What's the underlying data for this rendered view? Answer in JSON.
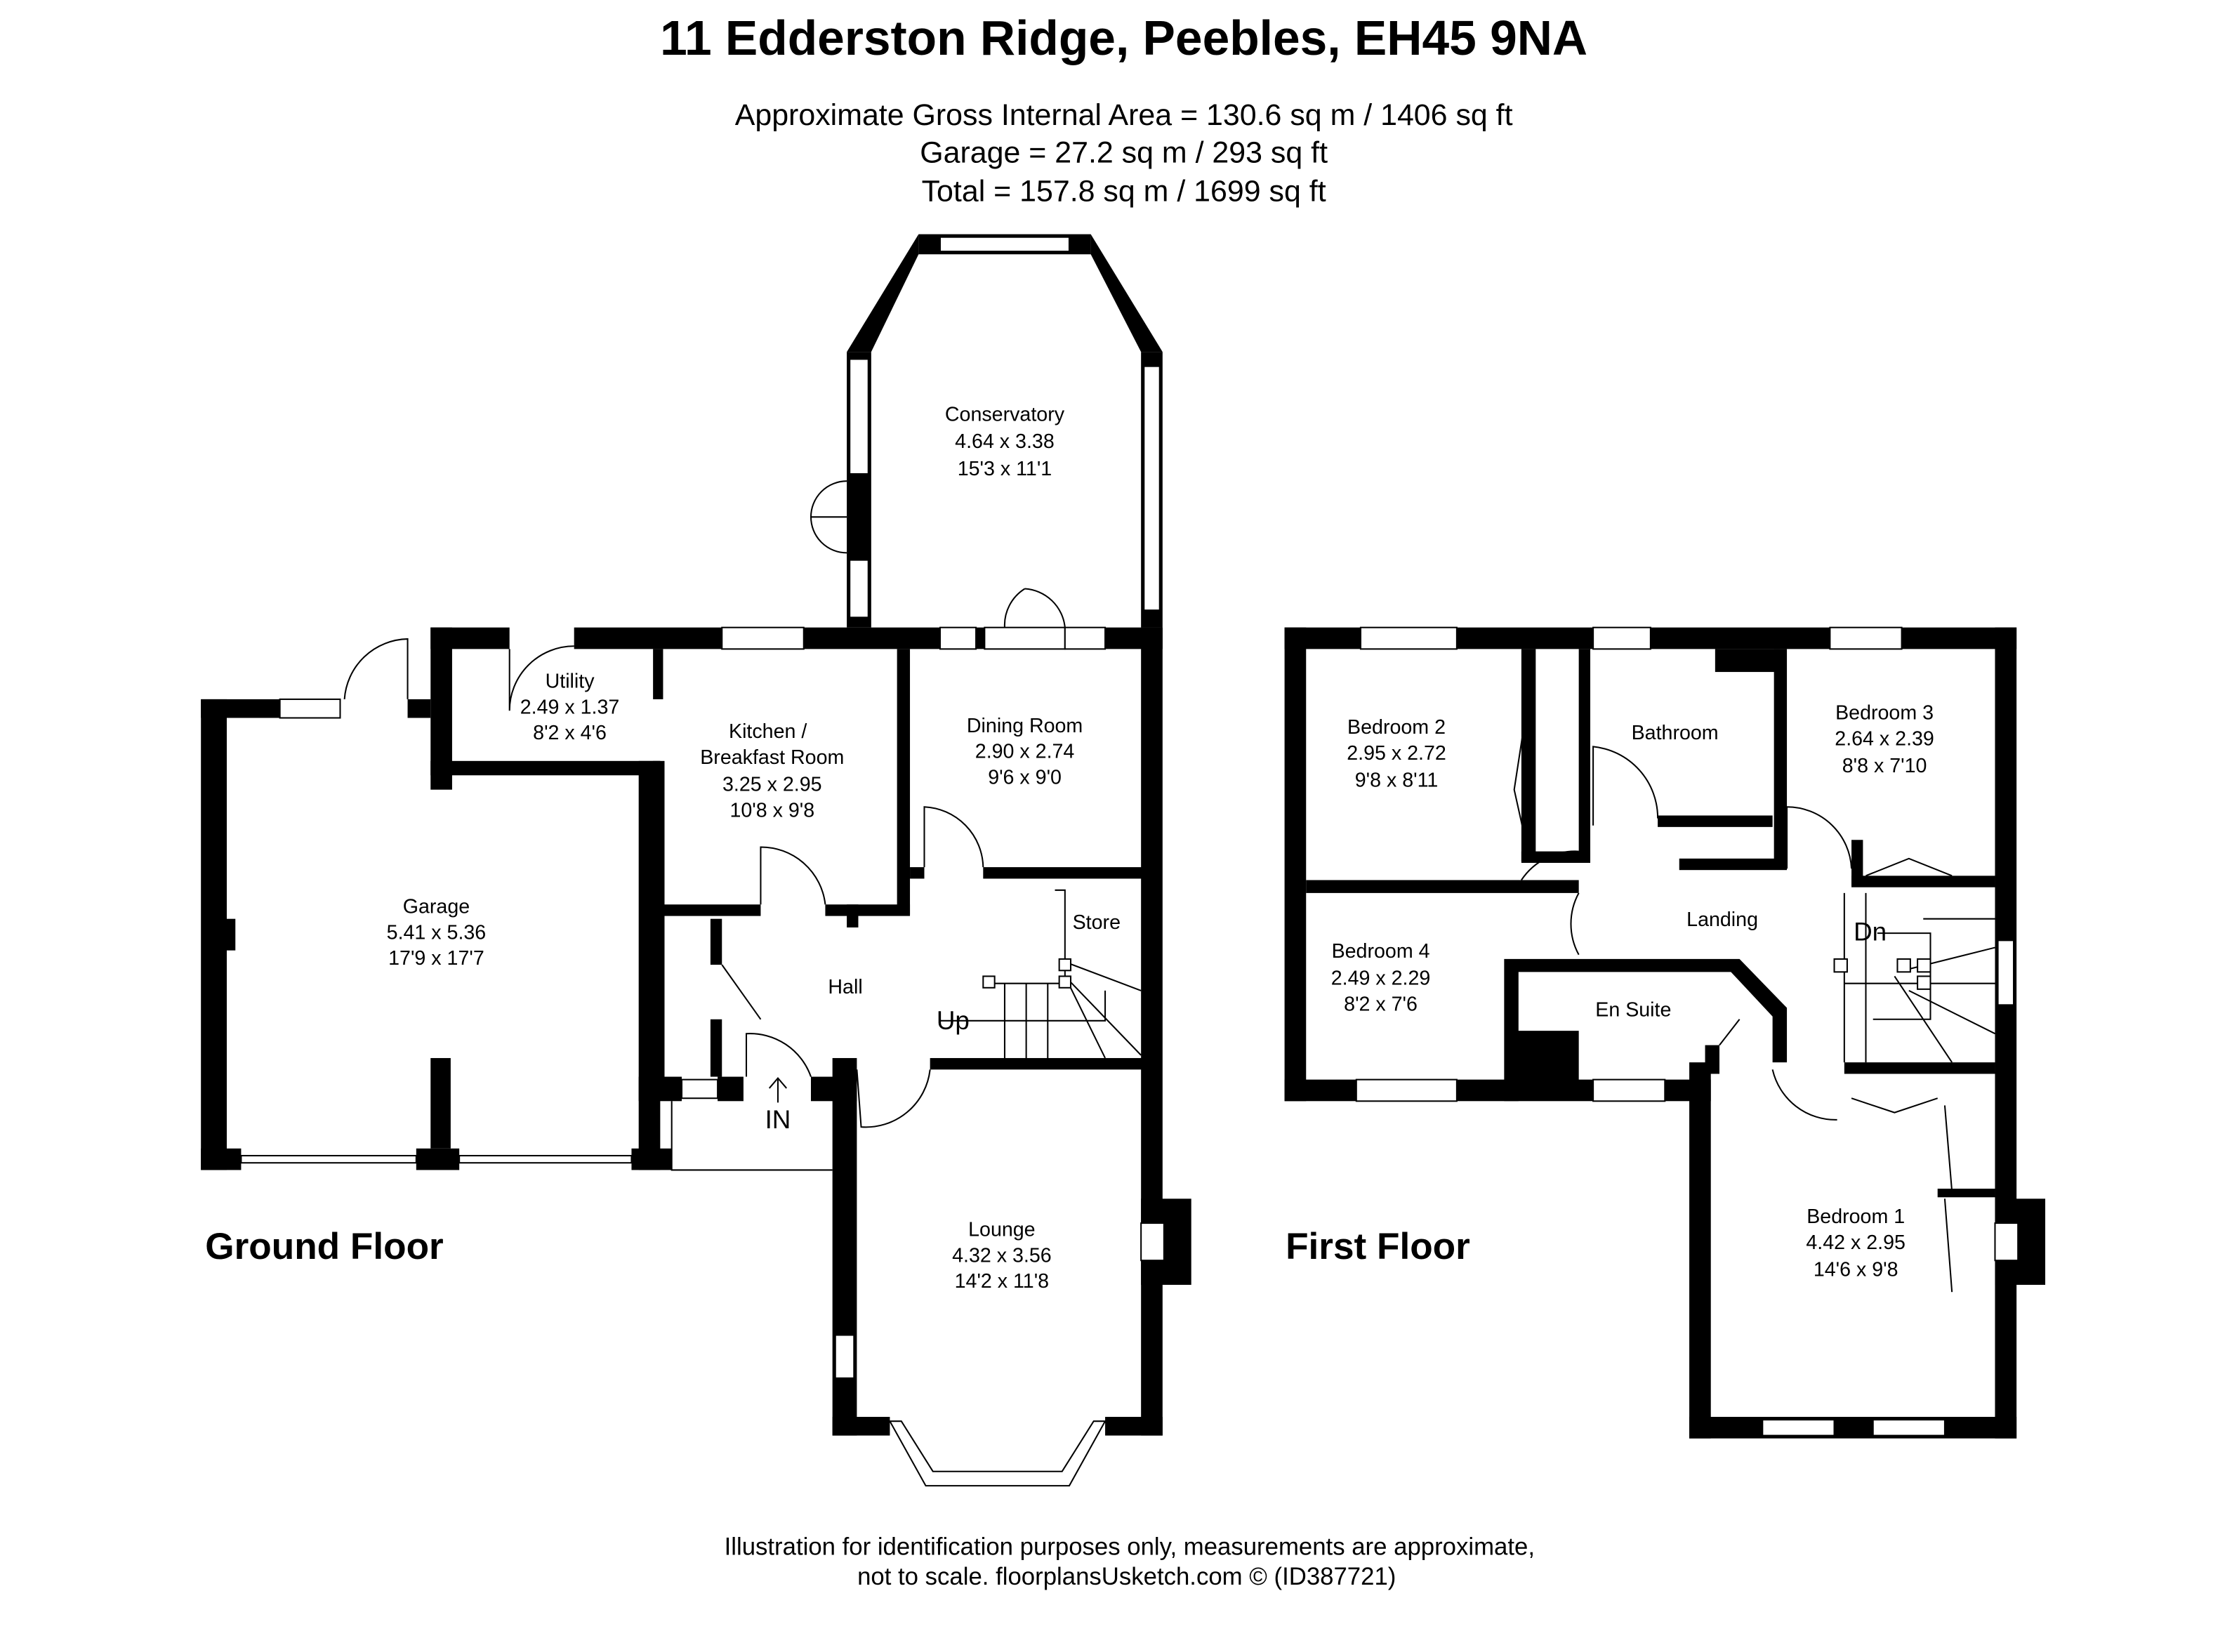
{
  "header": {
    "title": "11 Edderston Ridge, Peebles, EH45 9NA",
    "area_lines": [
      "Approximate Gross Internal Area = 130.6 sq m / 1406 sq ft",
      "Garage = 27.2 sq m / 293 sq ft",
      "Total = 157.8 sq m / 1699 sq ft"
    ]
  },
  "ground_floor": {
    "label": "Ground Floor",
    "rooms": {
      "conservatory": {
        "name": "Conservatory",
        "metric": "4.64 x 3.38",
        "imperial": "15'3 x 11'1"
      },
      "utility": {
        "name": "Utility",
        "metric": "2.49 x 1.37",
        "imperial": "8'2 x 4'6"
      },
      "kitchen": {
        "name_line1": "Kitchen /",
        "name_line2": "Breakfast Room",
        "metric": "3.25 x 2.95",
        "imperial": "10'8 x 9'8"
      },
      "dining": {
        "name": "Dining Room",
        "metric": "2.90 x 2.74",
        "imperial": "9'6 x 9'0"
      },
      "garage": {
        "name": "Garage",
        "metric": "5.41 x 5.36",
        "imperial": "17'9 x 17'7"
      },
      "store": {
        "name": "Store"
      },
      "hall": {
        "name": "Hall"
      },
      "lounge": {
        "name": "Lounge",
        "metric": "4.32 x 3.56",
        "imperial": "14'2 x 11'8"
      }
    },
    "stairs_label": "Up",
    "entrance_label": "IN"
  },
  "first_floor": {
    "label": "First Floor",
    "rooms": {
      "bedroom2": {
        "name": "Bedroom 2",
        "metric": "2.95 x 2.72",
        "imperial": "9'8 x 8'11"
      },
      "bathroom": {
        "name": "Bathroom"
      },
      "bedroom3": {
        "name": "Bedroom 3",
        "metric": "2.64 x 2.39",
        "imperial": "8'8 x 7'10"
      },
      "landing": {
        "name": "Landing"
      },
      "bedroom4": {
        "name": "Bedroom 4",
        "metric": "2.49 x 2.29",
        "imperial": "8'2 x 7'6"
      },
      "ensuite": {
        "name": "En Suite"
      },
      "bedroom1": {
        "name": "Bedroom 1",
        "metric": "4.42 x 2.95",
        "imperial": "14'6 x 9'8"
      }
    },
    "stairs_label": "Dn"
  },
  "footer": {
    "line1": "Illustration for identification purposes only, measurements are approximate,",
    "line2": "not to scale. floorplansUsketch.com © (ID387721)"
  }
}
